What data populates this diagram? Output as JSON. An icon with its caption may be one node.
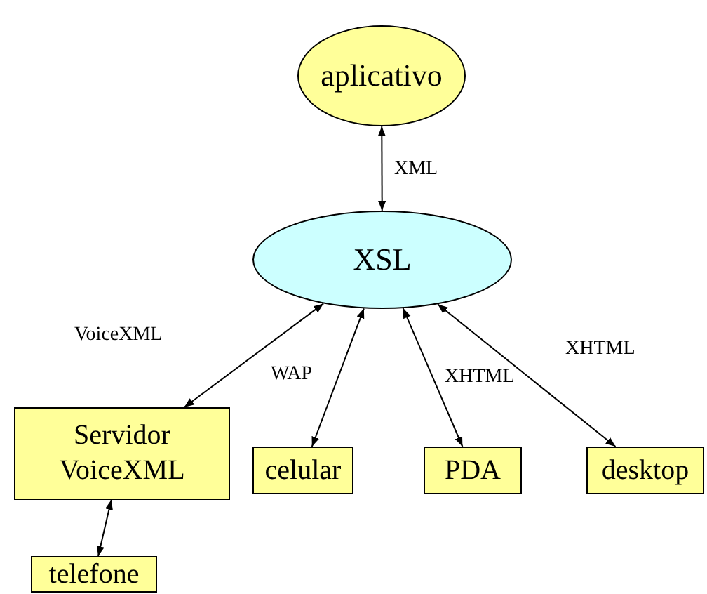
{
  "diagram": {
    "nodes": [
      {
        "text": [
          "aplicativo"
        ]
      },
      {
        "text": [
          "XSL"
        ]
      },
      {
        "text": [
          "Servidor VoiceXML"
        ]
      },
      {
        "text": [
          "celular"
        ]
      },
      {
        "text": [
          "PDA"
        ]
      },
      {
        "text": [
          "desktop"
        ]
      },
      {
        "text": [
          "telefone"
        ]
      }
    ],
    "edges": [
      {
        "from": 0,
        "to": 1,
        "arrow": "both",
        "label": "XML"
      },
      {
        "from": 1,
        "to": 2,
        "arrow": "both",
        "label": "VoiceXML"
      },
      {
        "from": 1,
        "to": 3,
        "arrow": "both",
        "label": "WAP"
      },
      {
        "from": 1,
        "to": 4,
        "arrow": "both",
        "label": "XHTML"
      },
      {
        "from": 1,
        "to": 5,
        "arrow": "both",
        "label": "XHTML"
      },
      {
        "from": 2,
        "to": 6,
        "arrow": "both"
      }
    ]
  }
}
